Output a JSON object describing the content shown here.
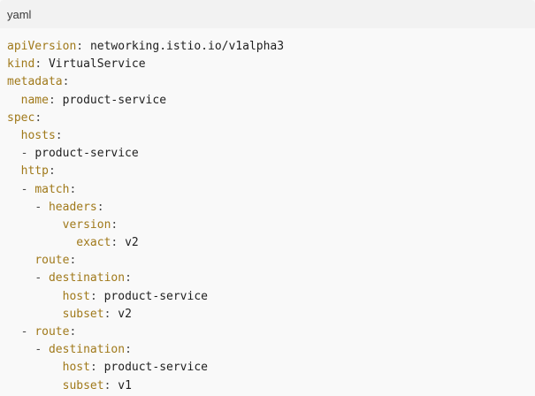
{
  "code_block": {
    "language": "yaml",
    "lines": [
      {
        "indent": "",
        "dash": "",
        "key": "apiVersion",
        "value": "networking.istio.io/v1alpha3"
      },
      {
        "indent": "",
        "dash": "",
        "key": "kind",
        "value": "VirtualService"
      },
      {
        "indent": "",
        "dash": "",
        "key": "metadata",
        "value": ""
      },
      {
        "indent": "  ",
        "dash": "",
        "key": "name",
        "value": "product-service"
      },
      {
        "indent": "",
        "dash": "",
        "key": "spec",
        "value": ""
      },
      {
        "indent": "  ",
        "dash": "",
        "key": "hosts",
        "value": ""
      },
      {
        "indent": "  ",
        "dash": "- ",
        "key": "",
        "value": "product-service"
      },
      {
        "indent": "  ",
        "dash": "",
        "key": "http",
        "value": ""
      },
      {
        "indent": "  ",
        "dash": "- ",
        "key": "match",
        "value": ""
      },
      {
        "indent": "    ",
        "dash": "- ",
        "key": "headers",
        "value": ""
      },
      {
        "indent": "        ",
        "dash": "",
        "key": "version",
        "value": ""
      },
      {
        "indent": "          ",
        "dash": "",
        "key": "exact",
        "value": "v2"
      },
      {
        "indent": "    ",
        "dash": "",
        "key": "route",
        "value": ""
      },
      {
        "indent": "    ",
        "dash": "- ",
        "key": "destination",
        "value": ""
      },
      {
        "indent": "        ",
        "dash": "",
        "key": "host",
        "value": "product-service"
      },
      {
        "indent": "        ",
        "dash": "",
        "key": "subset",
        "value": "v2"
      },
      {
        "indent": "  ",
        "dash": "- ",
        "key": "route",
        "value": ""
      },
      {
        "indent": "    ",
        "dash": "- ",
        "key": "destination",
        "value": ""
      },
      {
        "indent": "        ",
        "dash": "",
        "key": "host",
        "value": "product-service"
      },
      {
        "indent": "        ",
        "dash": "",
        "key": "subset",
        "value": "v1"
      }
    ]
  },
  "colors": {
    "key": "#a0791a",
    "punct": "#4a4a4a",
    "value": "#1f1f1f",
    "background": "#f9f9f9",
    "header_background": "#f2f2f2"
  }
}
